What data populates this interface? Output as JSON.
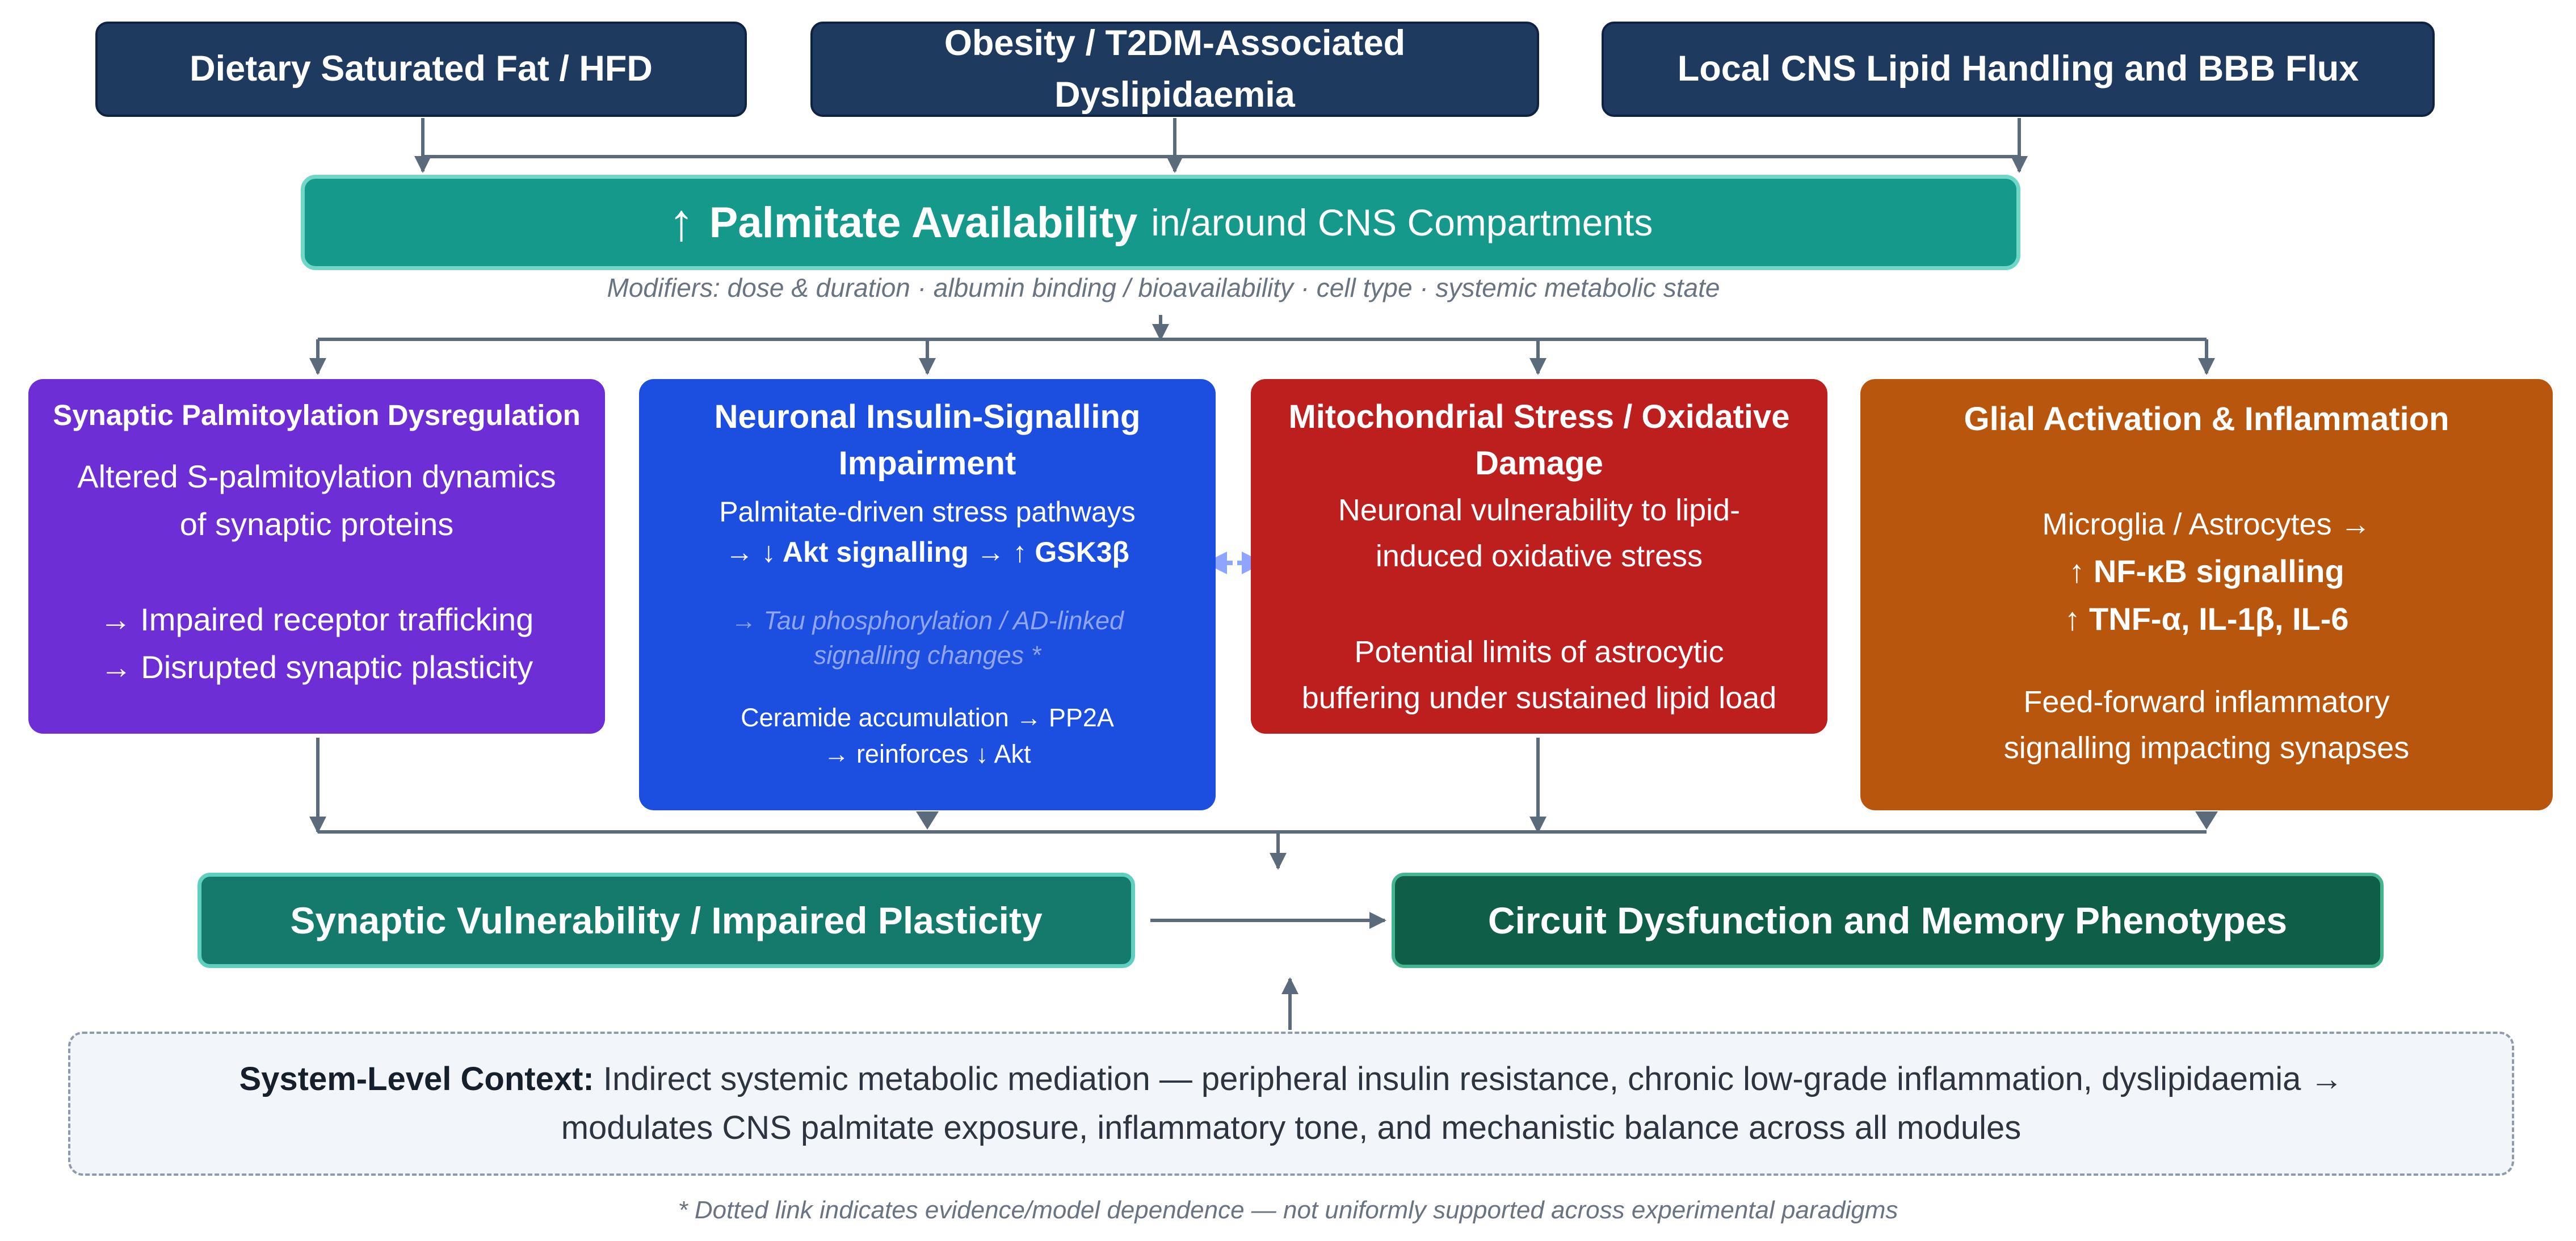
{
  "sources": [
    {
      "label": "Dietary Saturated Fat / HFD"
    },
    {
      "label_line1": "Obesity / T2DM-Associated",
      "label_line2": "Dyslipidaemia"
    },
    {
      "label": "Local CNS Lipid Handling and BBB Flux"
    }
  ],
  "palmitate": {
    "arrow": "↑",
    "bold": "Palmitate Availability",
    "rest": "in/around CNS Compartments"
  },
  "modifiers": "Modifiers: dose & duration  ·  albumin binding / bioavailability  ·  cell type  ·  systemic metabolic state",
  "modules": {
    "synaptic": {
      "title": "Synaptic Palmitoylation Dysregulation",
      "line1": "Altered S-palmitoylation dynamics",
      "line2": "of synaptic proteins",
      "line3": "→ Impaired receptor trafficking",
      "line4": "→ Disrupted synaptic plasticity"
    },
    "insulin": {
      "title_line1": "Neuronal Insulin-Signalling",
      "title_line2": "Impairment",
      "line1": "Palmitate-driven stress pathways",
      "line2": "→ ↓ Akt signalling → ↑ GSK3β",
      "tau1": "→ Tau phosphorylation / AD-linked",
      "tau2": "signalling changes *",
      "cer1": "Ceramide accumulation → PP2A",
      "cer2": "→ reinforces ↓ Akt"
    },
    "mito": {
      "title_line1": "Mitochondrial Stress / Oxidative",
      "title_line2": "Damage",
      "line1": "Neuronal vulnerability to lipid-",
      "line2": "induced oxidative stress",
      "line3": "Potential limits of astrocytic",
      "line4": "buffering under sustained lipid load"
    },
    "glial": {
      "title": "Glial Activation & Inflammation",
      "line1": "Microglia / Astrocytes →",
      "line2": "↑ NF-κB signalling",
      "line3": "↑ TNF-α, IL-1β, IL-6",
      "line4": "Feed-forward inflammatory",
      "line5": "signalling impacting synapses"
    }
  },
  "outcomes": {
    "synaptic": "Synaptic Vulnerability / Impaired Plasticity",
    "circuit": "Circuit Dysfunction and Memory Phenotypes"
  },
  "context": {
    "label": "System-Level Context:",
    "line1": "Indirect systemic metabolic mediation — peripheral insulin resistance, chronic low-grade inflammation, dyslipidaemia →",
    "line2": "modulates CNS palmitate exposure, inflammatory tone, and mechanistic balance across all modules"
  },
  "footnote": "* Dotted link indicates evidence/model dependence — not uniformly supported across experimental paradigms",
  "colors": {
    "source_navy": "#1f3a5f",
    "palmitate_teal": "#14998a",
    "synaptic_purple": "#6d2ed6",
    "insulin_blue": "#1c4ee0",
    "mito_red": "#bd1e1e",
    "glial_orange": "#b8560d",
    "outcome_teal": "#137a6c",
    "outcome_green": "#0e5e48",
    "connector": "#5c6b7c",
    "dotted_link": "#8ea4ff"
  }
}
